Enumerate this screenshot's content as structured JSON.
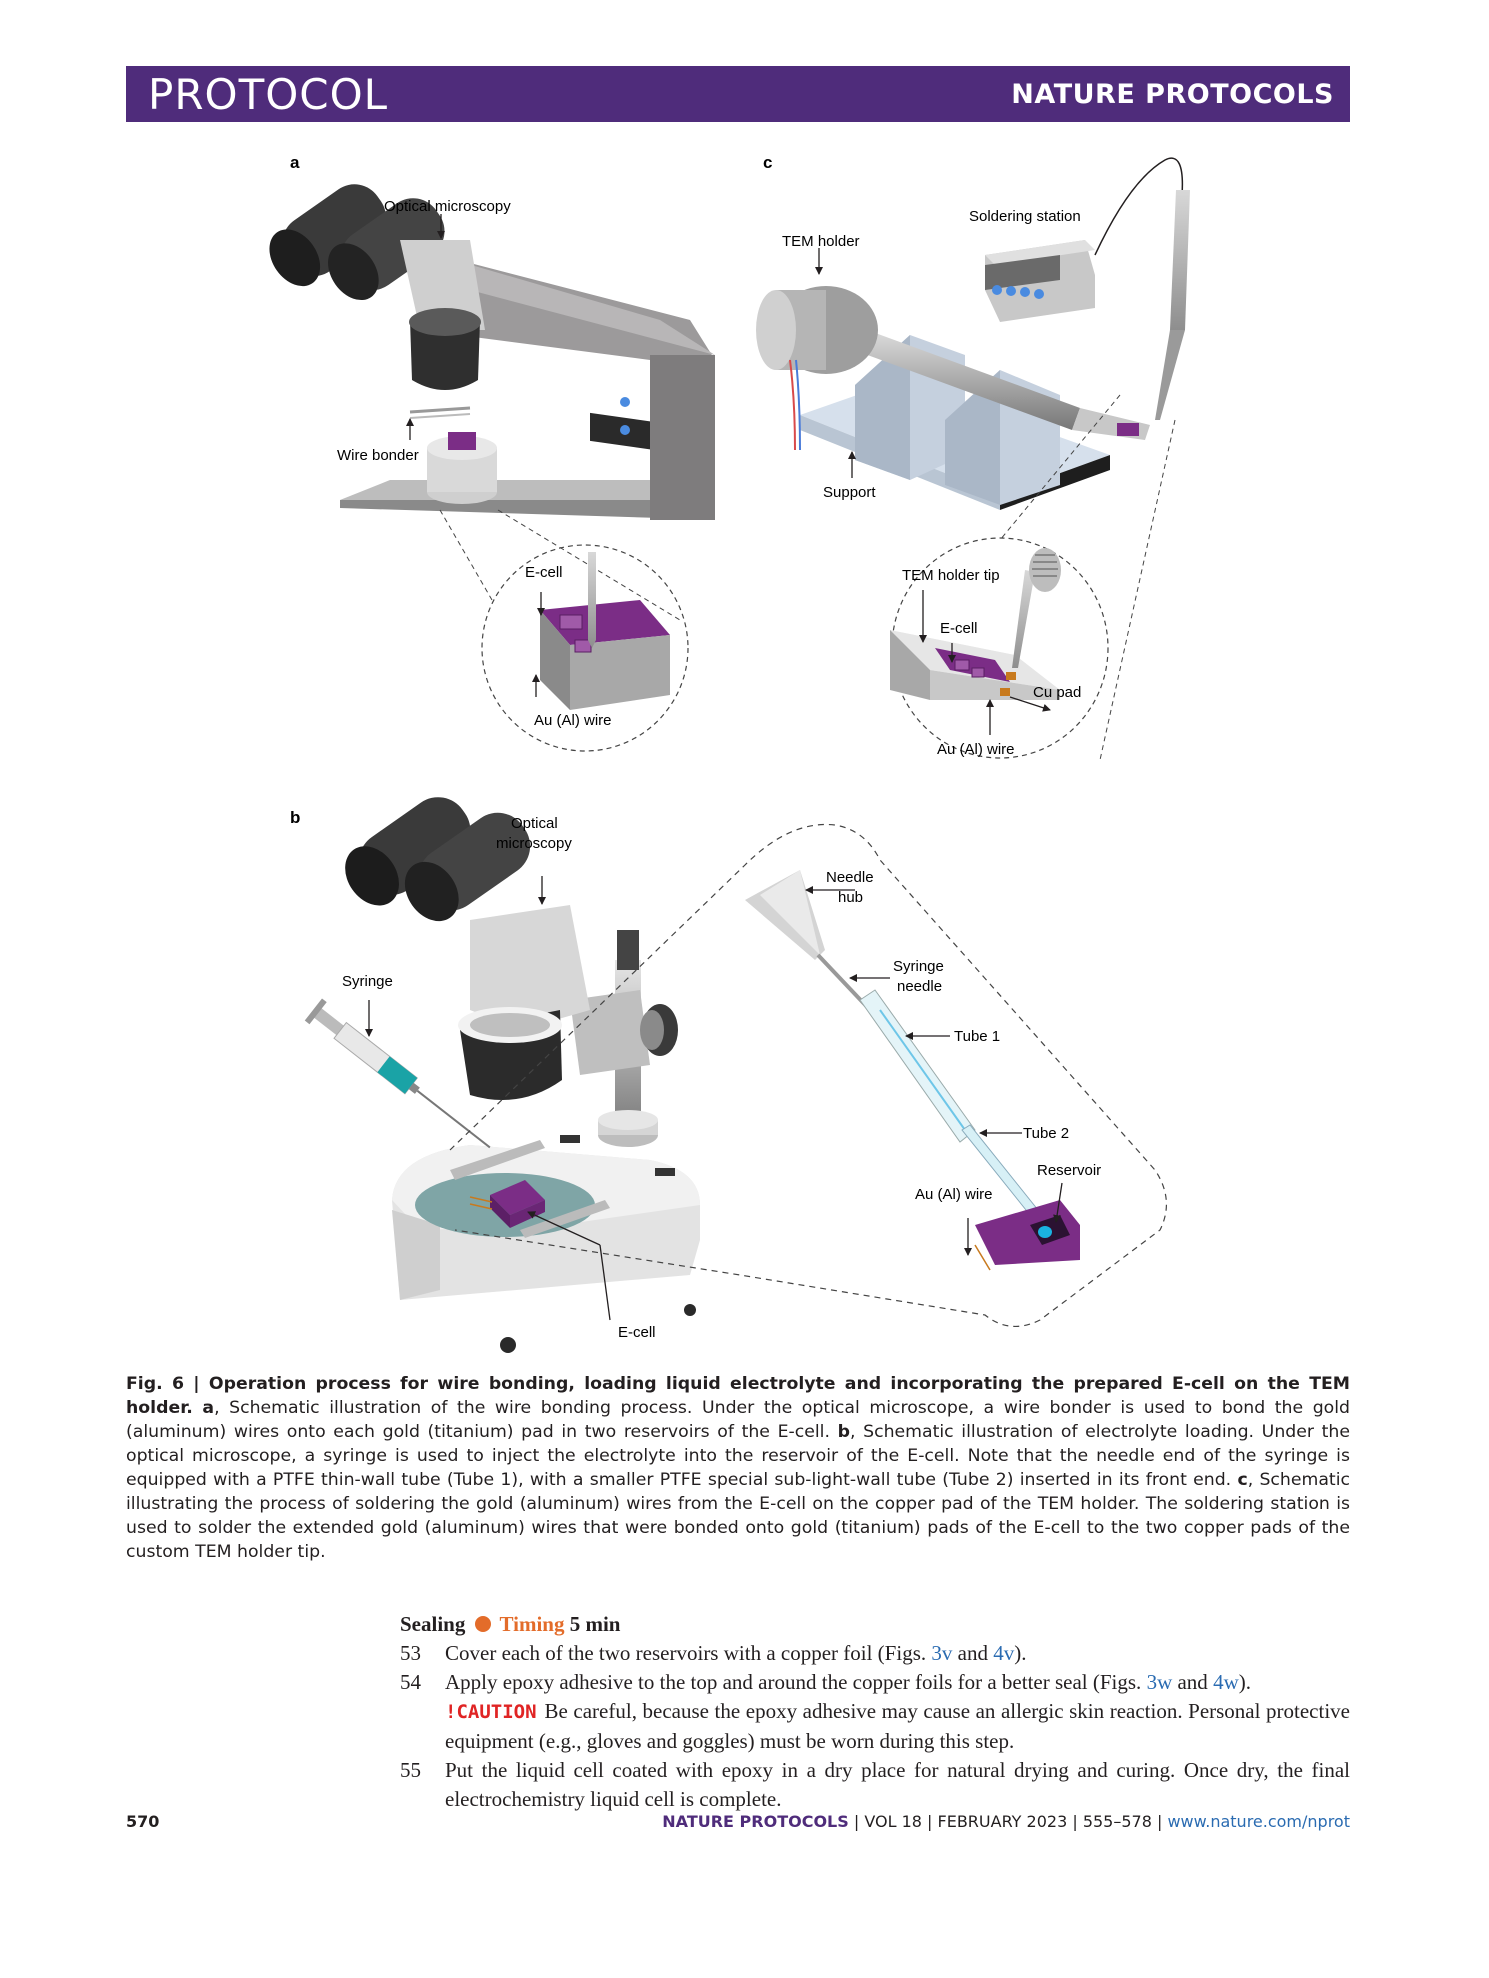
{
  "header": {
    "section": "PROTOCOL",
    "journal": "NATURE PROTOCOLS"
  },
  "figure": {
    "panel_a": {
      "letter": "a",
      "labels": {
        "optical": "Optical microscopy",
        "wire_bonder": "Wire bonder",
        "ecell": "E-cell",
        "wire": "Au (Al) wire"
      }
    },
    "panel_c": {
      "letter": "c",
      "labels": {
        "tem_holder": "TEM holder",
        "soldering": "Soldering station",
        "support": "Support",
        "tip": "TEM holder tip",
        "ecell": "E-cell",
        "cu_pad": "Cu pad",
        "wire": "Au (Al) wire"
      }
    },
    "panel_b": {
      "letter": "b",
      "labels": {
        "optical_1": "Optical",
        "optical_2": "microscopy",
        "syringe": "Syringe",
        "hub_1": "Needle",
        "hub_2": "hub",
        "needle_1": "Syringe",
        "needle_2": "needle",
        "tube1": "Tube 1",
        "tube2": "Tube 2",
        "reservoir": "Reservoir",
        "wire": "Au (Al) wire",
        "ecell": "E-cell"
      }
    }
  },
  "caption": {
    "figlabel": "Fig. 6 | Operation process for wire bonding, loading liquid electrolyte and incorporating the prepared E-cell on the TEM holder.",
    "a_letter": "a",
    "a_text": ", Schematic illustration of the wire bonding process. Under the optical microscope, a wire bonder is used to bond the gold (aluminum) wires onto each gold (titanium) pad in two reservoirs of the E-cell.",
    "b_letter": "b",
    "b_text": ", Schematic illustration of electrolyte loading. Under the optical microscope, a syringe is used to inject the electrolyte into the reservoir of the E-cell. Note that the needle end of the syringe is equipped with a PTFE thin-wall tube (Tube 1), with a smaller PTFE special sub-light-wall tube (Tube 2) inserted in its front end.",
    "c_letter": "c",
    "c_text": ", Schematic illustrating the process of soldering the gold (aluminum) wires from the E-cell on the copper pad of the TEM holder. The soldering station is used to solder the extended gold (aluminum) wires that were bonded onto gold (titanium) pads of the E-cell to the two copper pads of the custom TEM holder tip."
  },
  "section": {
    "title": "Sealing",
    "timing_label": "Timing",
    "timing_value": "5 min"
  },
  "steps": {
    "s53": {
      "num": "53",
      "pre": "Cover each of the two reservoirs with a copper foil (Figs. ",
      "ref1": "3v",
      "mid": " and ",
      "ref2": "4v",
      "post": ")."
    },
    "s54": {
      "num": "54",
      "pre": "Apply epoxy adhesive to the top and around the copper foils for a better seal (Figs. ",
      "ref1": "3w",
      "mid": " and ",
      "ref2": "4w",
      "post": ").",
      "caution": "!CAUTION",
      "caution_text": "Be careful, because the epoxy adhesive may cause an allergic skin reaction. Personal protective equipment (e.g., gloves and goggles) must be worn during this step."
    },
    "s55": {
      "num": "55",
      "text": "Put the liquid cell coated with epoxy in a dry place for natural drying and curing. Once dry, the final electrochemistry liquid cell is complete."
    }
  },
  "footer": {
    "page": "570",
    "journal": "NATURE PROTOCOLS",
    "vol": "VOL 18",
    "date": "FEBRUARY 2023",
    "pages": "555–578",
    "url": "www.nature.com/nprot"
  },
  "colors": {
    "header": "#4f2c7b",
    "ecell": "#7b2d86",
    "timing": "#e36c2a",
    "link": "#2a6bb1",
    "caution": "#e02424"
  }
}
